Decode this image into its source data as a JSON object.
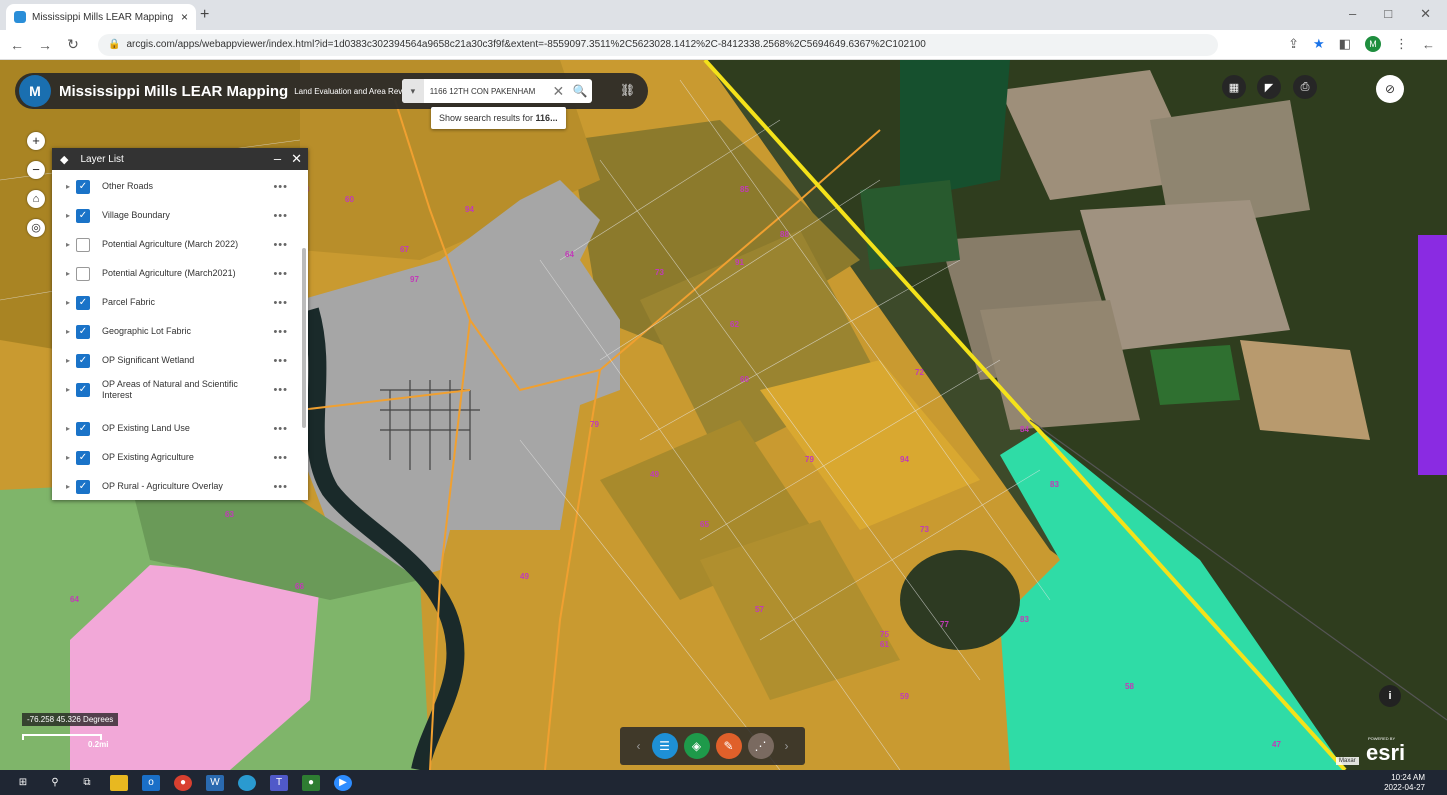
{
  "browser": {
    "tab_title": "Mississippi Mills LEAR Mapping",
    "new_tab_glyph": "+",
    "tab_close_glyph": "×",
    "url": "arcgis.com/apps/webappviewer/index.html?id=1d0383c302394564a9658c21a30c3f9f&extent=-8559097.3511%2C5623028.1412%2C-8412338.2568%2C5694649.6367%2C102100",
    "profile_initial": "M",
    "window_minimize": "–",
    "window_maximize": "□",
    "window_close": "✕"
  },
  "app": {
    "logo_glyph": "M",
    "title": "Mississippi Mills LEAR Mapping",
    "subtitle": "Land Evaluation and Area Review"
  },
  "search": {
    "value": "1166 12TH CON PAKENHAM",
    "suggest_prefix": "Show search results for ",
    "suggest_term": "116...",
    "clear_glyph": "✕",
    "search_glyph": "🔍"
  },
  "map_controls": {
    "zoom_in": "+",
    "zoom_out": "−",
    "home": "⌂",
    "locate": "◎"
  },
  "layer_list": {
    "title": "Layer List",
    "minimize": "–",
    "close": "✕",
    "more_glyph": "•••",
    "layers": [
      {
        "label": "Other Roads",
        "checked": true
      },
      {
        "label": "Village Boundary",
        "checked": true
      },
      {
        "label": "Potential Agriculture (March 2022)",
        "checked": false
      },
      {
        "label": "Potential Agriculture (March2021)",
        "checked": false
      },
      {
        "label": "Parcel Fabric",
        "checked": true
      },
      {
        "label": "Geographic Lot Fabric",
        "checked": true
      },
      {
        "label": "OP Significant Wetland",
        "checked": true
      },
      {
        "label": "OP Areas of Natural and Scientific Interest",
        "checked": true
      },
      {
        "label": "OP Existing Land Use",
        "checked": true
      },
      {
        "label": "OP Existing Agriculture",
        "checked": true
      },
      {
        "label": "OP Rural - Agriculture Overlay",
        "checked": true
      }
    ]
  },
  "map_labels": [
    "88",
    "94",
    "64",
    "60",
    "67",
    "97",
    "85",
    "73",
    "91",
    "88",
    "62",
    "60",
    "49",
    "79",
    "65",
    "57",
    "72",
    "84",
    "83",
    "94",
    "61",
    "73",
    "77",
    "79",
    "75",
    "59",
    "58",
    "47",
    "49",
    "66",
    "63",
    "64",
    "83"
  ],
  "status": {
    "coordinates": "-76.258 45.326 Degrees",
    "scale": "0.2mi",
    "attribution": "Maxar",
    "esri": "esri",
    "esri_powered": "POWERED BY"
  },
  "info_glyph": "i",
  "clock": {
    "time": "10:24 AM",
    "date": "2022-04-27"
  },
  "colors": {
    "agriculture": "#d9a22e",
    "village": "#a6a6a6",
    "wetland_teal": "#2fdca6",
    "rural_green": "#7fb56a",
    "pink": "#f2a8d8",
    "purple": "#8a2be2",
    "township_line": "#f4e21a",
    "road": "#f0a030",
    "checkbox": "#1a73c8"
  }
}
